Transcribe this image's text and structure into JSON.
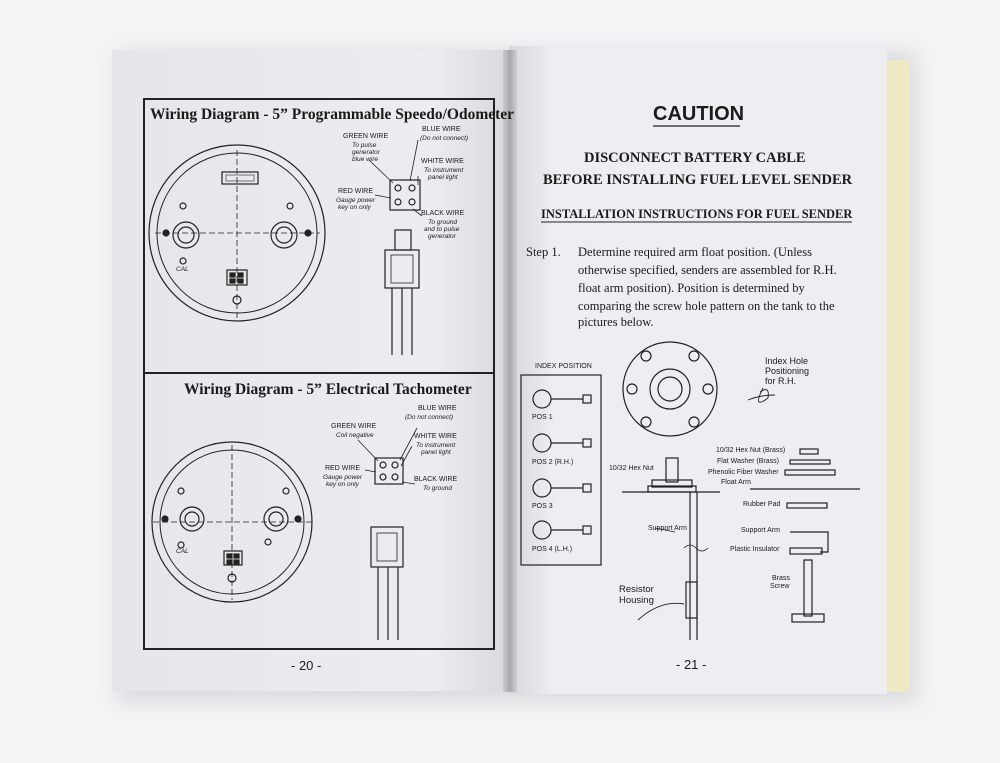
{
  "left_page": {
    "diagram1": {
      "title": "Wiring Diagram - 5” Programmable Speedo/Odometer",
      "green_wire": "GREEN WIRE",
      "green_desc": [
        "To pulse",
        "generator",
        "blue wire"
      ],
      "blue_wire": "BLUE WIRE",
      "blue_desc": "(Do not connect)",
      "white_wire": "WHITE WIRE",
      "white_desc": [
        "To instrument",
        "panel light"
      ],
      "red_wire": "RED WIRE",
      "red_desc": [
        "Gauge power",
        "key on only"
      ],
      "black_wire": "BLACK WIRE",
      "black_desc": [
        "To ground",
        "and to pulse",
        "generator"
      ],
      "cal_label": "CAL"
    },
    "diagram2": {
      "title": "Wiring Diagram - 5” Electrical Tachometer",
      "blue_wire": "BLUE WIRE",
      "blue_desc": "(Do not connect)",
      "green_wire": "GREEN WIRE",
      "green_desc": "Coil negative",
      "white_wire": "WHITE WIRE",
      "white_desc": [
        "To instrument",
        "panel light"
      ],
      "red_wire": "RED WIRE",
      "red_desc": [
        "Gauge power",
        "key on only"
      ],
      "black_wire": "BLACK WIRE",
      "black_desc": "To ground",
      "cal_label": "CAL"
    },
    "page_number": "- 20 -"
  },
  "right_page": {
    "caution": "CAUTION",
    "warning_line1": "DISCONNECT BATTERY CABLE",
    "warning_line2": "BEFORE INSTALLING FUEL LEVEL SENDER",
    "instructions_title": "INSTALLATION INSTRUCTIONS FOR FUEL SENDER",
    "step_label": "Step 1.",
    "step_lines": [
      "Determine required arm float position. (Unless",
      "otherwise specified, senders are assembled for R.H.",
      "float arm position). Position is determined by",
      "comparing the screw hole pattern on the tank to the",
      "pictures below."
    ],
    "index_position": "INDEX POSITION",
    "positions": [
      "POS 1",
      "POS 2 (R.H.)",
      "POS 3",
      "POS 4 (L.H.)"
    ],
    "index_hole_label": [
      "Index Hole",
      "Positioning",
      "for R.H."
    ],
    "parts": {
      "hex_nut_brass": "10/32 Hex Nut (Brass)",
      "flat_washer": "Flat Washer (Brass)",
      "phenolic_washer": "Phenolic Fiber Washer",
      "float_arm": "Float Arm",
      "hex_nut": "10/32 Hex Nut",
      "rubber_pad": "Rubber Pad",
      "support_arm_left": "Support Arm",
      "support_arm_right": "Support Arm",
      "plastic_insulator": "Plastic Insulator",
      "brass_screw": [
        "Brass",
        "Screw"
      ],
      "resistor_housing": [
        "Resistor",
        "Housing"
      ]
    },
    "page_number": "- 21 -"
  }
}
